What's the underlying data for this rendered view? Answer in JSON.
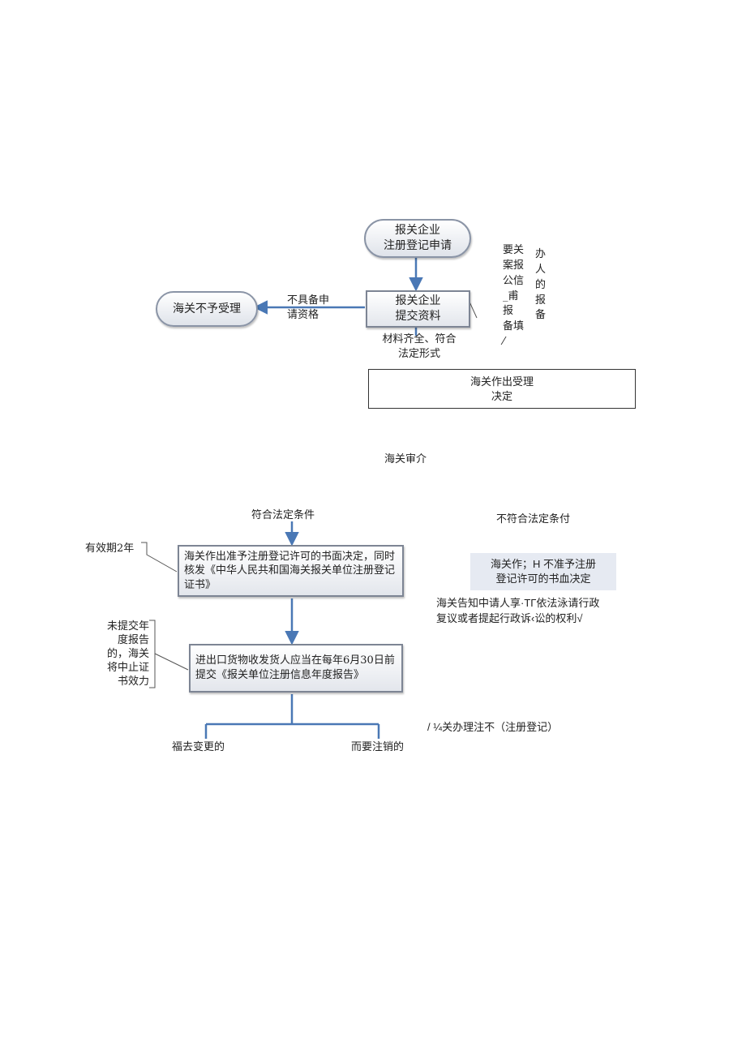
{
  "nodes": {
    "apply": "报关企业\n注册登记申请",
    "submit": "报关企业\n提交资料",
    "reject_accept": "海关不予受理",
    "accept_decision": "海关作出受理\n决定",
    "review": "海关审介",
    "grant": "海关作出准予注册登记许可的书面决定，同时核发《中华人民共和国海关报关单位注册登记证书》",
    "annual_report": "进出口货物收发货人应当在每年6月30日前提交《报关单位注册信息年度报告》",
    "deny": "海关作；H 不准予注册\n登记许可的书血决定",
    "notice": "海关告知中请人享·TΓ依法泳请行政\n复议或者提起行政诉‹讼的权利√",
    "cancel_reg": "/ ¼关办理注不（注册登记）"
  },
  "labels": {
    "lack_qualification": "不具备申\n请资格",
    "materials_ok": "材料齐全、符合\n法定形式",
    "meets_conditions": "符合法定条件",
    "not_meet_conditions": "不符合法定条付",
    "validity": "有效期2年",
    "no_report": "未提交年\n度报告\n的，海关\n将中止证\n书效力",
    "need_change": "福去变更的",
    "need_cancel": "而要注销的"
  },
  "side_note": {
    "col1": "要关\n案报\n公信\n_甫报\n备填\n⁄",
    "col2": "办\n人\n的\n报\n备"
  },
  "colors": {
    "arrow": "#4a78b5",
    "border": "#7d8594"
  }
}
